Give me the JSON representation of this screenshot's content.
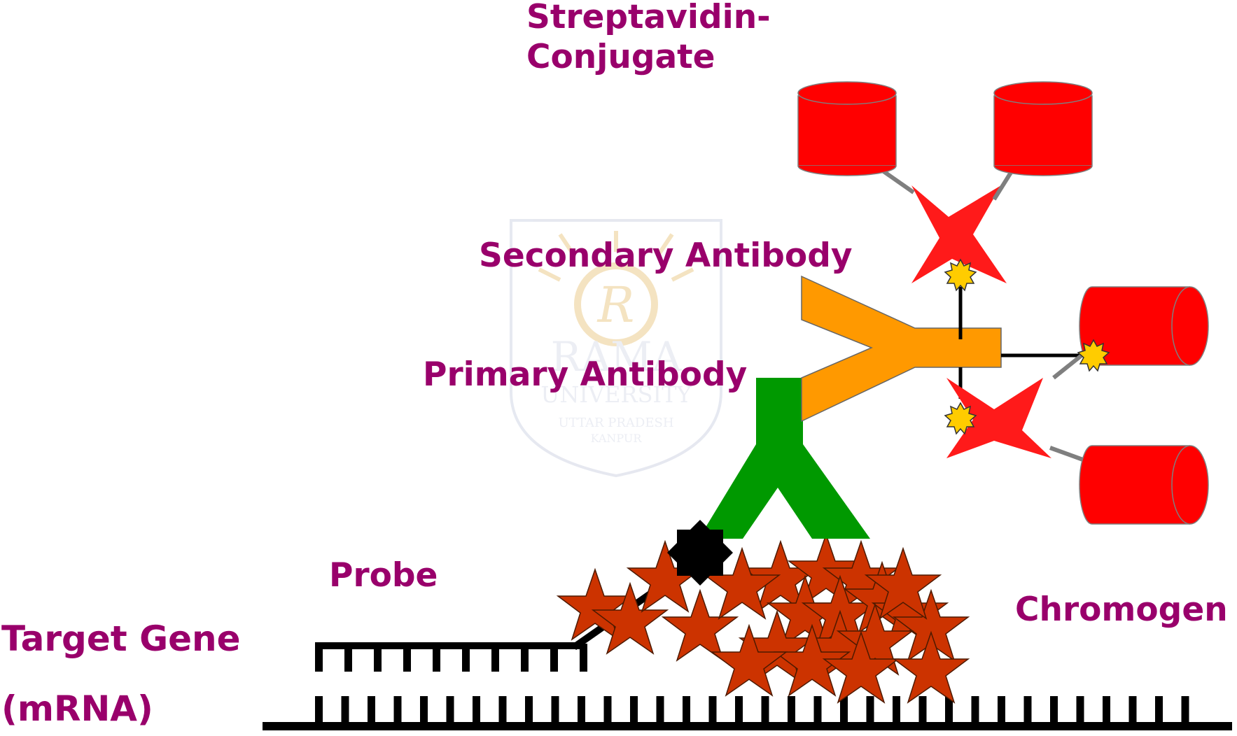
{
  "labels": {
    "streptavidin_line1": "Streptavidin-",
    "streptavidin_line2": "Conjugate",
    "secondary_antibody": "Secondary Antibody",
    "primary_antibody": "Primary Antibody",
    "probe": "Probe",
    "chromogen": "Chromogen",
    "target_gene_line1": "Target Gene",
    "target_gene_line2": "(mRNA)"
  },
  "watermark": {
    "letter": "R",
    "name": "RAMA",
    "line2": "UNIVERSITY",
    "line3": "UTTAR PRADESH",
    "line4": "KANPUR"
  },
  "colors": {
    "label": "#99006b",
    "primary_antibody": "#009900",
    "secondary_antibody": "#ff9900",
    "enzyme": "#ff0000",
    "streptavidin": "#ff1a1a",
    "biotin": "#ffcc00",
    "chromogen": "#cc3300",
    "probe_hapten": "#000000"
  }
}
